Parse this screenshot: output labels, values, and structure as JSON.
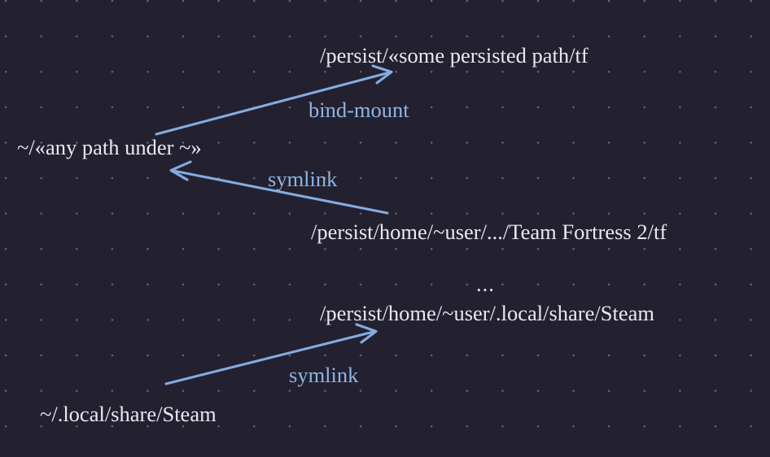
{
  "diagram": {
    "type": "node-edge-diagram",
    "background_color": "#232030",
    "grid": "dotted",
    "node_text_color": "#e9e8ee",
    "edge_color": "#84ace0",
    "edge_label_color": "#8fb5e2",
    "nodes": [
      {
        "id": "persist-some-path-tf",
        "label": "/persist/«some persisted path/tf"
      },
      {
        "id": "home-any-path",
        "label": "~/«any path under ~»"
      },
      {
        "id": "persist-team-fortress-tf",
        "label": "/persist/home/~user/.../Team Fortress 2/tf"
      },
      {
        "id": "persist-steam",
        "label": "/persist/home/~user/.local/share/Steam"
      },
      {
        "id": "home-steam",
        "label": "~/.local/share/Steam"
      }
    ],
    "edges": [
      {
        "id": "bind-mount-edge",
        "label": "bind-mount",
        "from": "home-any-path",
        "to": "persist-some-path-tf"
      },
      {
        "id": "symlink-edge-top",
        "label": "symlink",
        "from": "persist-team-fortress-tf",
        "to": "home-any-path"
      },
      {
        "id": "symlink-edge-bottom",
        "label": "symlink",
        "from": "home-steam",
        "to": "persist-steam"
      }
    ],
    "ellipsis": "..."
  }
}
